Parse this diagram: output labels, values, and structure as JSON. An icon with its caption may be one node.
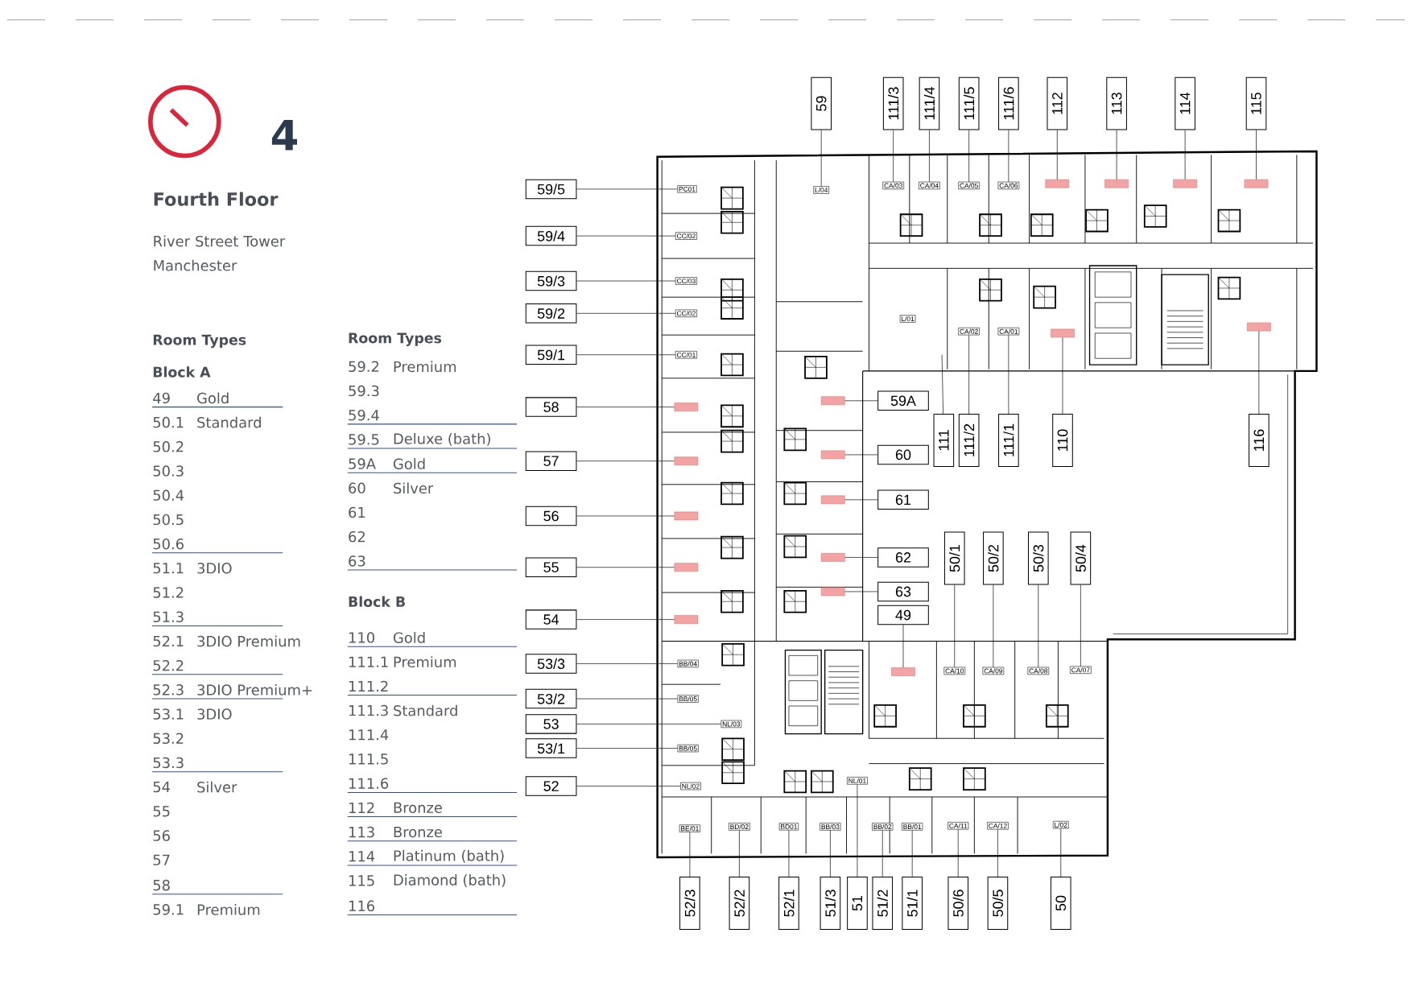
{
  "diagram": {
    "title": "Fourth Floor",
    "nodes": [
      {
        "text": [
          "59/5"
        ]
      },
      {
        "text": [
          "59/4"
        ]
      },
      {
        "text": [
          "59/3"
        ]
      },
      {
        "text": [
          "59/2"
        ]
      },
      {
        "text": [
          "59/1"
        ]
      },
      {
        "text": [
          "58"
        ]
      },
      {
        "text": [
          "57"
        ]
      },
      {
        "text": [
          "56"
        ]
      },
      {
        "text": [
          "55"
        ]
      },
      {
        "text": [
          "54"
        ]
      },
      {
        "text": [
          "53/3"
        ]
      },
      {
        "text": [
          "53/2"
        ]
      },
      {
        "text": [
          "53"
        ]
      },
      {
        "text": [
          "53/1"
        ]
      },
      {
        "text": [
          "52"
        ]
      },
      {
        "text": [
          "59A"
        ]
      },
      {
        "text": [
          "60"
        ]
      },
      {
        "text": [
          "61"
        ]
      },
      {
        "text": [
          "62"
        ]
      },
      {
        "text": [
          "63"
        ]
      },
      {
        "text": [
          "49"
        ]
      },
      {
        "text": [
          "59"
        ]
      },
      {
        "text": [
          "111/3"
        ]
      },
      {
        "text": [
          "111/4"
        ]
      },
      {
        "text": [
          "111/5"
        ]
      },
      {
        "text": [
          "111/6"
        ]
      },
      {
        "text": [
          "112"
        ]
      },
      {
        "text": [
          "113"
        ]
      },
      {
        "text": [
          "114"
        ]
      },
      {
        "text": [
          "115"
        ]
      },
      {
        "text": [
          "111"
        ]
      },
      {
        "text": [
          "111/2"
        ]
      },
      {
        "text": [
          "111/1"
        ]
      },
      {
        "text": [
          "110"
        ]
      },
      {
        "text": [
          "116"
        ]
      },
      {
        "text": [
          "50/1"
        ]
      },
      {
        "text": [
          "50/2"
        ]
      },
      {
        "text": [
          "50/3"
        ]
      },
      {
        "text": [
          "50/4"
        ]
      },
      {
        "text": [
          "52/3"
        ]
      },
      {
        "text": [
          "52/2"
        ]
      },
      {
        "text": [
          "52/1"
        ]
      },
      {
        "text": [
          "51/3"
        ]
      },
      {
        "text": [
          "51"
        ]
      },
      {
        "text": [
          "51/2"
        ]
      },
      {
        "text": [
          "51/1"
        ]
      },
      {
        "text": [
          "50/6"
        ]
      },
      {
        "text": [
          "50/5"
        ]
      },
      {
        "text": [
          "50"
        ]
      },
      {
        "text": [
          "PC01"
        ]
      },
      {
        "text": [
          "CC/02"
        ]
      },
      {
        "text": [
          "CC/03"
        ]
      },
      {
        "text": [
          "CC/02"
        ]
      },
      {
        "text": [
          "CC/01"
        ]
      },
      {
        "text": [],
        "shape": "box"
      },
      {
        "text": [],
        "shape": "box"
      },
      {
        "text": [],
        "shape": "box"
      },
      {
        "text": [],
        "shape": "box"
      },
      {
        "text": [],
        "shape": "box"
      },
      {
        "text": [
          "BB/04"
        ]
      },
      {
        "text": [
          "BB/05"
        ]
      },
      {
        "text": [
          "NL/03"
        ]
      },
      {
        "text": [
          "BB/05"
        ]
      },
      {
        "text": [
          "NL/02"
        ]
      },
      {
        "text": [],
        "shape": "box"
      },
      {
        "text": [],
        "shape": "box"
      },
      {
        "text": [],
        "shape": "box"
      },
      {
        "text": [],
        "shape": "box"
      },
      {
        "text": [],
        "shape": "box"
      },
      {
        "text": [],
        "shape": "box"
      },
      {
        "text": [
          "L/04"
        ]
      },
      {
        "text": [
          "CA/03"
        ]
      },
      {
        "text": [
          "CA/04"
        ]
      },
      {
        "text": [
          "CA/05"
        ]
      },
      {
        "text": [
          "CA/06"
        ]
      },
      {
        "text": [],
        "shape": "box"
      },
      {
        "text": [],
        "shape": "box"
      },
      {
        "text": [],
        "shape": "box"
      },
      {
        "text": [],
        "shape": "box"
      },
      {
        "text": [
          "L/01"
        ]
      },
      {
        "text": [
          "CA/02"
        ]
      },
      {
        "text": [
          "CA/01"
        ]
      },
      {
        "text": [],
        "shape": "box"
      },
      {
        "text": [],
        "shape": "box"
      },
      {
        "text": [
          "CA/10"
        ]
      },
      {
        "text": [
          "CA/09"
        ]
      },
      {
        "text": [
          "CA/08"
        ]
      },
      {
        "text": [
          "CA/07"
        ]
      },
      {
        "text": [
          "BE/01"
        ]
      },
      {
        "text": [
          "BD/02"
        ]
      },
      {
        "text": [
          "BD01"
        ]
      },
      {
        "text": [
          "BB/03"
        ]
      },
      {
        "text": [
          "NL/01"
        ]
      },
      {
        "text": [
          "BB/02"
        ]
      },
      {
        "text": [
          "BB/01"
        ]
      },
      {
        "text": [
          "CA/11"
        ]
      },
      {
        "text": [
          "CA/12"
        ]
      },
      {
        "text": [
          "L/02"
        ]
      }
    ],
    "edges": [
      {
        "from": 0,
        "to": 49,
        "arrow": "none"
      },
      {
        "from": 1,
        "to": 50,
        "arrow": "none"
      },
      {
        "from": 2,
        "to": 51,
        "arrow": "none"
      },
      {
        "from": 3,
        "to": 52,
        "arrow": "none"
      },
      {
        "from": 4,
        "to": 53,
        "arrow": "none"
      },
      {
        "from": 5,
        "to": 54,
        "arrow": "none"
      },
      {
        "from": 6,
        "to": 55,
        "arrow": "none"
      },
      {
        "from": 7,
        "to": 56,
        "arrow": "none"
      },
      {
        "from": 8,
        "to": 57,
        "arrow": "none"
      },
      {
        "from": 9,
        "to": 58,
        "arrow": "none"
      },
      {
        "from": 10,
        "to": 59,
        "arrow": "none"
      },
      {
        "from": 11,
        "to": 60,
        "arrow": "none"
      },
      {
        "from": 12,
        "to": 61,
        "arrow": "none"
      },
      {
        "from": 13,
        "to": 62,
        "arrow": "none"
      },
      {
        "from": 14,
        "to": 63,
        "arrow": "none"
      },
      {
        "from": 15,
        "to": 64,
        "arrow": "none"
      },
      {
        "from": 16,
        "to": 65,
        "arrow": "none"
      },
      {
        "from": 17,
        "to": 66,
        "arrow": "none"
      },
      {
        "from": 18,
        "to": 67,
        "arrow": "none"
      },
      {
        "from": 19,
        "to": 68,
        "arrow": "none"
      },
      {
        "from": 20,
        "to": 69,
        "arrow": "none"
      },
      {
        "from": 21,
        "to": 70,
        "arrow": "none"
      },
      {
        "from": 22,
        "to": 71,
        "arrow": "none"
      },
      {
        "from": 23,
        "to": 72,
        "arrow": "none"
      },
      {
        "from": 24,
        "to": 73,
        "arrow": "none"
      },
      {
        "from": 25,
        "to": 74,
        "arrow": "none"
      },
      {
        "from": 26,
        "to": 75,
        "arrow": "none"
      },
      {
        "from": 27,
        "to": 76,
        "arrow": "none"
      },
      {
        "from": 28,
        "to": 77,
        "arrow": "none"
      },
      {
        "from": 29,
        "to": 78,
        "arrow": "none"
      },
      {
        "from": 30,
        "to": null,
        "arrow": "none"
      },
      {
        "from": 31,
        "to": 80,
        "arrow": "none"
      },
      {
        "from": 32,
        "to": 81,
        "arrow": "none"
      },
      {
        "from": 33,
        "to": 82,
        "arrow": "none"
      },
      {
        "from": 34,
        "to": 83,
        "arrow": "none"
      },
      {
        "from": 35,
        "to": 84,
        "arrow": "none"
      },
      {
        "from": 36,
        "to": 85,
        "arrow": "none"
      },
      {
        "from": 37,
        "to": 86,
        "arrow": "none"
      },
      {
        "from": 38,
        "to": 87,
        "arrow": "none"
      },
      {
        "from": 39,
        "to": 88,
        "arrow": "none"
      },
      {
        "from": 40,
        "to": 89,
        "arrow": "none"
      },
      {
        "from": 41,
        "to": 90,
        "arrow": "none"
      },
      {
        "from": 42,
        "to": 91,
        "arrow": "none"
      },
      {
        "from": 43,
        "to": 92,
        "arrow": "none"
      },
      {
        "from": 44,
        "to": 93,
        "arrow": "none"
      },
      {
        "from": 45,
        "to": 94,
        "arrow": "none"
      },
      {
        "from": 46,
        "to": 95,
        "arrow": "none"
      },
      {
        "from": 47,
        "to": 96,
        "arrow": "none"
      },
      {
        "from": 48,
        "to": 97,
        "arrow": "none"
      }
    ],
    "labels": [
      "4",
      "River Street Tower Manchester",
      "Room Types",
      "Block A",
      "49",
      "Gold",
      "50.1",
      "Standard",
      "50.2",
      "50.3",
      "50.4",
      "50.5",
      "50.6",
      "51.1",
      "3DIO",
      "51.2",
      "51.3",
      "52.1",
      "3DIO Premium",
      "52.2",
      "52.3",
      "3DIO Premium+",
      "53.1",
      "3DIO",
      "53.2",
      "53.3",
      "54",
      "Silver",
      "55",
      "56",
      "57",
      "58",
      "59.1",
      "Premium",
      "Room Types",
      "59.2",
      "Premium",
      "59.3",
      "59.4",
      "59.5",
      "Deluxe (bath)",
      "59A",
      "Gold",
      "60",
      "Silver",
      "61",
      "62",
      "63",
      "Block B",
      "110",
      "Gold",
      "111.1",
      "Premium",
      "111.2",
      "111.3",
      "Standard",
      "111.4",
      "111.5",
      "111.6",
      "112",
      "Bronze",
      "113",
      "Bronze",
      "114",
      "Platinum (bath)",
      "115",
      "Diamond (bath)",
      "116"
    ]
  }
}
